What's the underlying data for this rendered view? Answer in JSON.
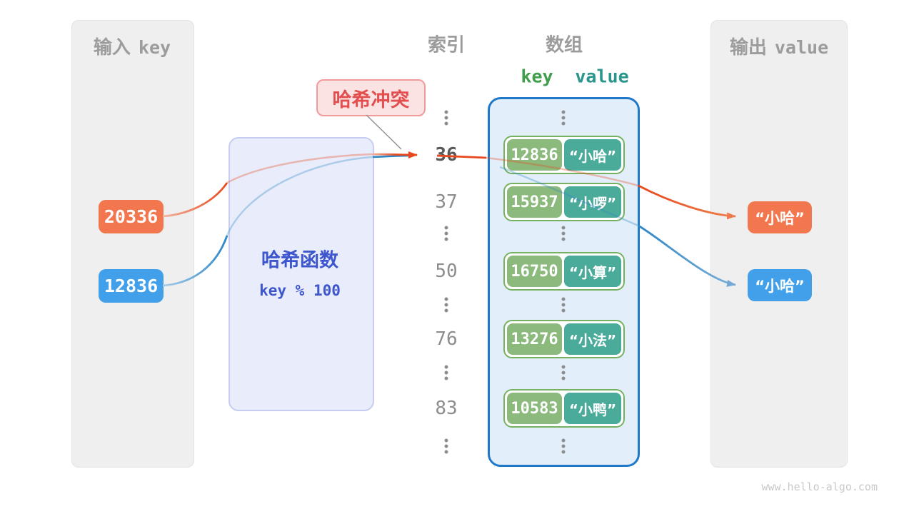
{
  "input_panel": {
    "title_zh": "输入",
    "title_en": "key",
    "keys": [
      {
        "value": "20336",
        "color": "#f2764e"
      },
      {
        "value": "12836",
        "color": "#41a0e9"
      }
    ]
  },
  "hash_function": {
    "title": "哈希函数",
    "formula": "key % 100"
  },
  "collision_label": {
    "text": "哈希冲突"
  },
  "index_column": {
    "header": "索引",
    "items": [
      {
        "type": "ellipsis"
      },
      {
        "type": "index",
        "value": "36",
        "highlight": true
      },
      {
        "type": "index",
        "value": "37"
      },
      {
        "type": "ellipsis"
      },
      {
        "type": "index",
        "value": "50"
      },
      {
        "type": "ellipsis"
      },
      {
        "type": "index",
        "value": "76"
      },
      {
        "type": "ellipsis"
      },
      {
        "type": "index",
        "value": "83"
      },
      {
        "type": "ellipsis"
      }
    ]
  },
  "array": {
    "header": "数组",
    "key_header": "key",
    "value_header": "value",
    "items": [
      {
        "type": "ellipsis"
      },
      {
        "type": "entry",
        "key": "12836",
        "value": "“小哈”"
      },
      {
        "type": "entry",
        "key": "15937",
        "value": "“小啰”"
      },
      {
        "type": "ellipsis"
      },
      {
        "type": "entry",
        "key": "16750",
        "value": "“小算”"
      },
      {
        "type": "ellipsis"
      },
      {
        "type": "entry",
        "key": "13276",
        "value": "“小法”"
      },
      {
        "type": "ellipsis"
      },
      {
        "type": "entry",
        "key": "10583",
        "value": "“小鸭”"
      },
      {
        "type": "ellipsis"
      }
    ]
  },
  "output_panel": {
    "title_zh": "输出",
    "title_en": "value",
    "values": [
      {
        "text": "“小哈”",
        "color": "#f2764e"
      },
      {
        "text": "“小哈”",
        "color": "#41a0e9"
      }
    ]
  },
  "watermark": "www.hello-algo.com",
  "colors": {
    "orange_box": "#f2764e",
    "blue_box": "#41a0e9",
    "orange_line": "#e8471c",
    "blue_line": "#2e86c5",
    "green_key_box": "#8cba7c",
    "teal_value_box": "#4bab9a",
    "row_border_green": "#76b160",
    "array_border_blue": "#1f78c8",
    "array_fill": "#e2effa",
    "hash_box_fill": "#e9edfb",
    "hash_box_border": "#c6cdf1",
    "hash_text_blue": "#3d56cd",
    "collision_bg": "#fbe3e3",
    "collision_border": "#f29b9b",
    "collision_text": "#e34f4f",
    "key_header_green": "#3f9e4c",
    "value_header_teal": "#2a958a",
    "panel_gray": "#efefef",
    "muted_text": "#9c9c9c"
  }
}
